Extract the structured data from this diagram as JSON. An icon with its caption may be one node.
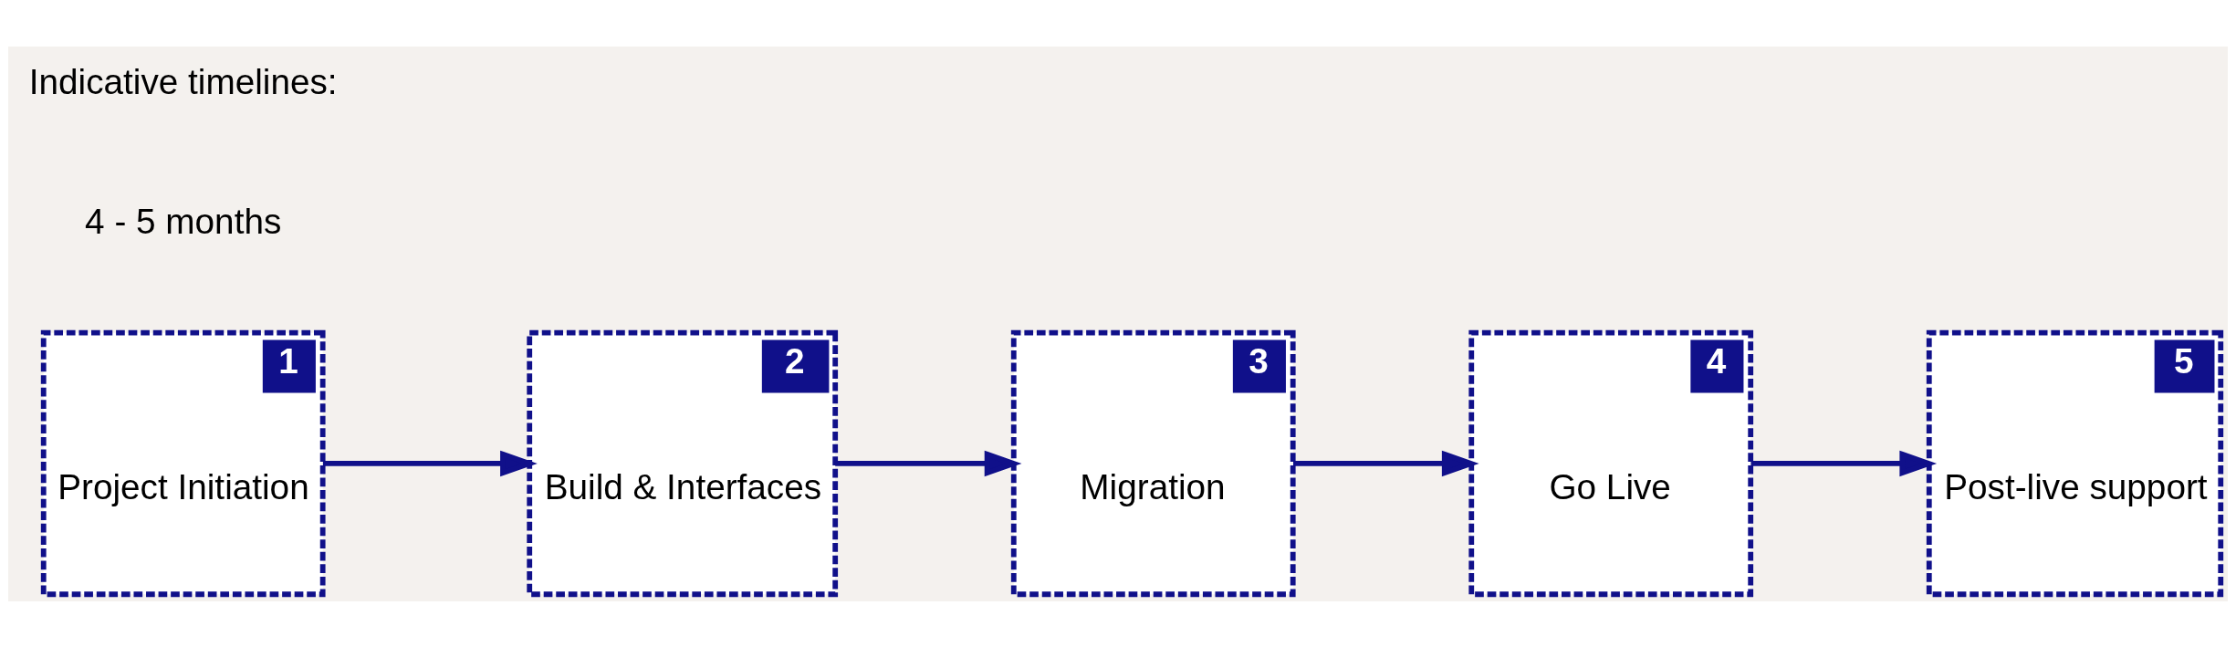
{
  "diagram": {
    "nodes": [
      {
        "text": [
          "1",
          "Project Initiation"
        ]
      },
      {
        "text": [
          "2",
          "Build & Interfaces"
        ]
      },
      {
        "text": [
          "3",
          "Migration"
        ]
      },
      {
        "text": [
          "4",
          "Go Live"
        ]
      },
      {
        "text": [
          "5",
          "Post-live support"
        ]
      }
    ],
    "edges": [
      {
        "from": 0,
        "to": 1,
        "arrow": "to"
      },
      {
        "from": 1,
        "to": 2,
        "arrow": "to"
      },
      {
        "from": 2,
        "to": 3,
        "arrow": "to"
      },
      {
        "from": 3,
        "to": 4,
        "arrow": "to"
      }
    ],
    "labels": [
      "Indicative timelines:",
      "4 - 5 months"
    ]
  }
}
